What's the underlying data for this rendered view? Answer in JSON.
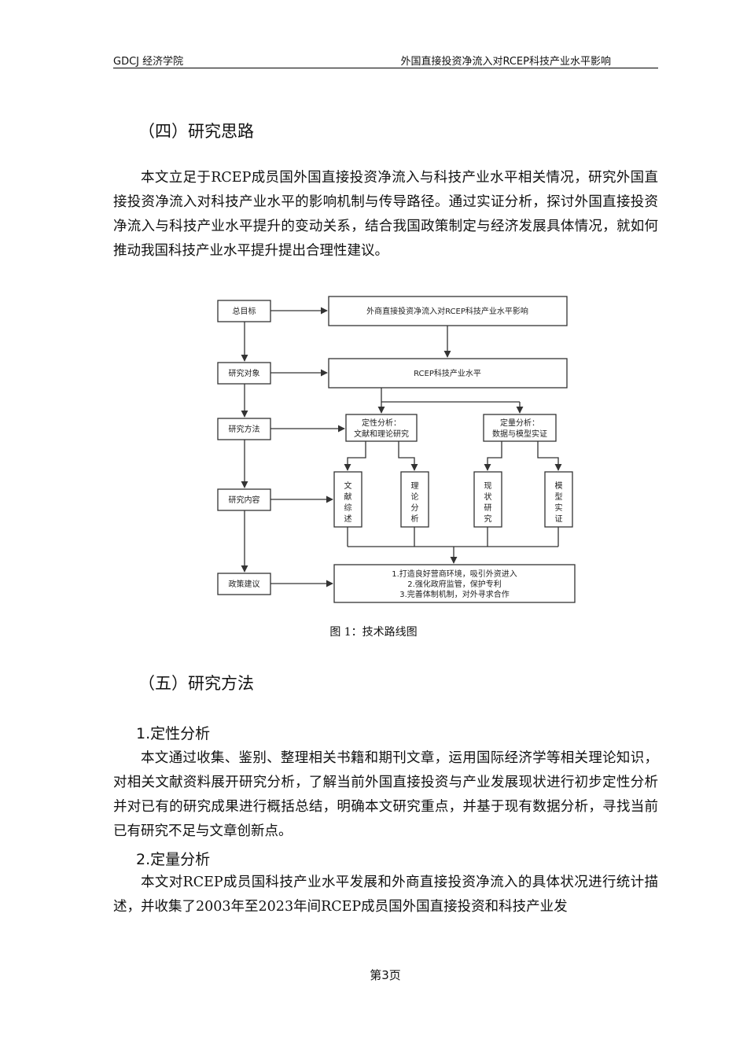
{
  "header": {
    "left": "GDCJ 经济学院",
    "right": "外国直接投资净流入对RCEP科技产业水平影响"
  },
  "section4": {
    "heading": "（四）研究思路",
    "paragraph": "本文立足于RCEP成员国外国直接投资净流入与科技产业水平相关情况，研究外国直接投资净流入对科技产业水平的影响机制与传导路径。通过实证分析，探讨外国直接投资净流入与科技产业水平提升的变动关系，结合我国政策制定与经济发展具体情况，就如何推动我国科技产业水平提升提出合理性建议。"
  },
  "diagram": {
    "left_steps": [
      "总目标",
      "研究对象",
      "研究方法",
      "研究内容",
      "政策建议"
    ],
    "goal": "外商直接投资净流入对RCEP科技产业水平影响",
    "object": "RCEP科技产业水平",
    "method_qual": [
      "定性分析：",
      "文献和理论研究"
    ],
    "method_quant": [
      "定量分析：",
      "数据与模型实证"
    ],
    "contents": [
      [
        "文",
        "献",
        "综",
        "述"
      ],
      [
        "理",
        "论",
        "分",
        "析"
      ],
      [
        "现",
        "状",
        "研",
        "究"
      ],
      [
        "模",
        "型",
        "实",
        "证"
      ]
    ],
    "suggestions": [
      "1.打造良好营商环境，吸引外资进入",
      "2.强化政府监管，保护专利",
      "3.完善体制机制，对外寻求合作"
    ]
  },
  "figure_caption": "图 1：技术路线图",
  "section5": {
    "heading": "（五）研究方法",
    "sub1": {
      "title": "1.定性分析",
      "paragraph": "本文通过收集、鉴别、整理相关书籍和期刊文章，运用国际经济学等相关理论知识，对相关文献资料展开研究分析，了解当前外国直接投资与产业发展现状进行初步定性分析并对已有的研究成果进行概括总结，明确本文研究重点，并基于现有数据分析，寻找当前已有研究不足与文章创新点。"
    },
    "sub2": {
      "title": "2.定量分析",
      "paragraph": "本文对RCEP成员国科技产业水平发展和外商直接投资净流入的具体状况进行统计描述，并收集了2003年至2023年间RCEP成员国外国直接投资和科技产业发"
    }
  },
  "page_number": "第3页"
}
